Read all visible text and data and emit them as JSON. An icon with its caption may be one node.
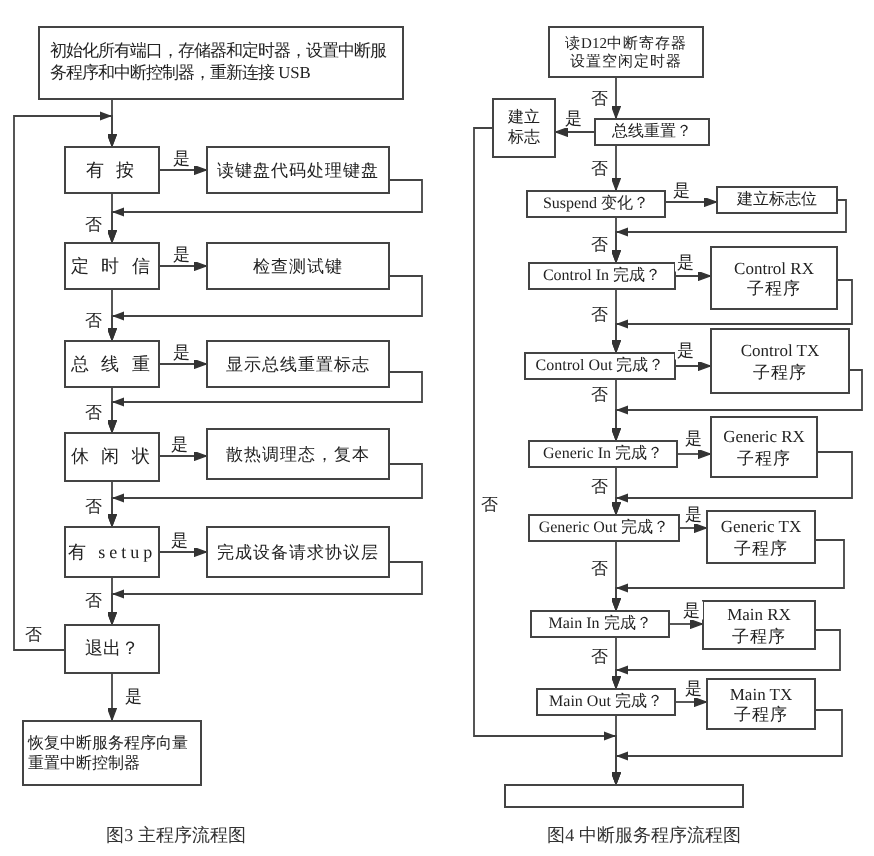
{
  "diagram": {
    "nodes": [
      {
        "text": [
          "初始化所有端口，存储器和定时器，设置中断服务程序和中断控制器，重新连接 USB"
        ]
      },
      {
        "text": [
          "有 按"
        ]
      },
      {
        "text": [
          "读键盘代码处理键盘"
        ]
      },
      {
        "text": [
          "定 时 信"
        ]
      },
      {
        "text": [
          "检查测试键"
        ]
      },
      {
        "text": [
          "总 线 重"
        ]
      },
      {
        "text": [
          "显示总线重置标志"
        ]
      },
      {
        "text": [
          "休 闲 状"
        ]
      },
      {
        "text": [
          "散热调理态，复本"
        ]
      },
      {
        "text": [
          "有 setup"
        ]
      },
      {
        "text": [
          "完成设备请求协议层"
        ]
      },
      {
        "text": [
          "退出？"
        ]
      },
      {
        "text": [
          "恢复中断服务程序向量重置中断控制器"
        ]
      },
      {
        "text": [
          "读D12中断寄存器设置空闲定时器"
        ]
      },
      {
        "text": [
          "建立标志"
        ]
      },
      {
        "text": [
          "总线重置？"
        ]
      },
      {
        "text": [
          "Suspend 变化？"
        ]
      },
      {
        "text": [
          "建立标志位"
        ]
      },
      {
        "text": [
          "Control In 完成？"
        ]
      },
      {
        "text": [
          "Control RX 子程序"
        ]
      },
      {
        "text": [
          "Control Out 完成？"
        ]
      },
      {
        "text": [
          "Control TX 子程序"
        ]
      },
      {
        "text": [
          "Generic In 完成？"
        ]
      },
      {
        "text": [
          "Generic RX 子程序"
        ]
      },
      {
        "text": [
          "Generic Out 完成？"
        ]
      },
      {
        "text": [
          "Generic TX 子程序"
        ]
      },
      {
        "text": [
          "Main In 完成？"
        ]
      },
      {
        "text": [
          "Main RX 子程序"
        ]
      },
      {
        "text": [
          "Main Out 完成？"
        ]
      },
      {
        "text": [
          "Main TX 子程序"
        ]
      },
      {
        "text": [],
        "shape": "box"
      }
    ],
    "edges": [
      {
        "from": 0,
        "to": 1,
        "arrow": "to"
      },
      {
        "from": 1,
        "to": 2,
        "arrow": "to",
        "label": "是"
      },
      {
        "from": 1,
        "to": 3,
        "arrow": "to",
        "label": "否"
      },
      {
        "from": 2,
        "to": 3,
        "arrow": "to"
      },
      {
        "from": 3,
        "to": 4,
        "arrow": "to",
        "label": "是"
      },
      {
        "from": 3,
        "to": 5,
        "arrow": "to",
        "label": "否"
      },
      {
        "from": 4,
        "to": 5,
        "arrow": "to"
      },
      {
        "from": 5,
        "to": 6,
        "arrow": "to",
        "label": "是"
      },
      {
        "from": 5,
        "to": 7,
        "arrow": "to",
        "label": "否"
      },
      {
        "from": 6,
        "to": 7,
        "arrow": "to"
      },
      {
        "from": 7,
        "to": 8,
        "arrow": "to",
        "label": "是"
      },
      {
        "from": 7,
        "to": 9,
        "arrow": "to",
        "label": "否"
      },
      {
        "from": 8,
        "to": 9,
        "arrow": "to"
      },
      {
        "from": 9,
        "to": 10,
        "arrow": "to",
        "label": "是"
      },
      {
        "from": 9,
        "to": 11,
        "arrow": "to",
        "label": "否"
      },
      {
        "from": 10,
        "to": 11,
        "arrow": "to"
      },
      {
        "from": 11,
        "to": 12,
        "arrow": "to",
        "label": "是"
      },
      {
        "from": 11,
        "to": 1,
        "arrow": "to",
        "label": "否"
      },
      {
        "from": 13,
        "to": 15,
        "arrow": "to",
        "label": "否"
      },
      {
        "from": 15,
        "to": 14,
        "arrow": "to",
        "label": "是"
      },
      {
        "from": 15,
        "to": 16,
        "arrow": "to",
        "label": "否"
      },
      {
        "from": 16,
        "to": 17,
        "arrow": "to",
        "label": "是"
      },
      {
        "from": 16,
        "to": 18,
        "arrow": "to",
        "label": "否"
      },
      {
        "from": 17,
        "to": 18,
        "arrow": "to"
      },
      {
        "from": 18,
        "to": 19,
        "arrow": "to",
        "label": "是"
      },
      {
        "from": 18,
        "to": 20,
        "arrow": "to",
        "label": "否"
      },
      {
        "from": 19,
        "to": 20,
        "arrow": "to"
      },
      {
        "from": 20,
        "to": 21,
        "arrow": "to",
        "label": "是"
      },
      {
        "from": 20,
        "to": 22,
        "arrow": "to",
        "label": "否"
      },
      {
        "from": 21,
        "to": 22,
        "arrow": "to"
      },
      {
        "from": 22,
        "to": 23,
        "arrow": "to",
        "label": "是"
      },
      {
        "from": 22,
        "to": 24,
        "arrow": "to",
        "label": "否"
      },
      {
        "from": 23,
        "to": 24,
        "arrow": "to"
      },
      {
        "from": 24,
        "to": 25,
        "arrow": "to",
        "label": "是"
      },
      {
        "from": 24,
        "to": 26,
        "arrow": "to",
        "label": "否"
      },
      {
        "from": 25,
        "to": 26,
        "arrow": "to"
      },
      {
        "from": 26,
        "to": 27,
        "arrow": "to",
        "label": "是"
      },
      {
        "from": 26,
        "to": 28,
        "arrow": "to",
        "label": "否"
      },
      {
        "from": 27,
        "to": 28,
        "arrow": "to"
      },
      {
        "from": 28,
        "to": 29,
        "arrow": "to",
        "label": "是"
      },
      {
        "from": 28,
        "to": 30,
        "arrow": "to"
      },
      {
        "from": 29,
        "to": 30,
        "arrow": "to"
      },
      {
        "from": 14,
        "to": 30,
        "arrow": "to",
        "label": "否"
      }
    ],
    "labels": [
      "图3 主程序流程图",
      "图4 中断服务程序流程图"
    ]
  }
}
